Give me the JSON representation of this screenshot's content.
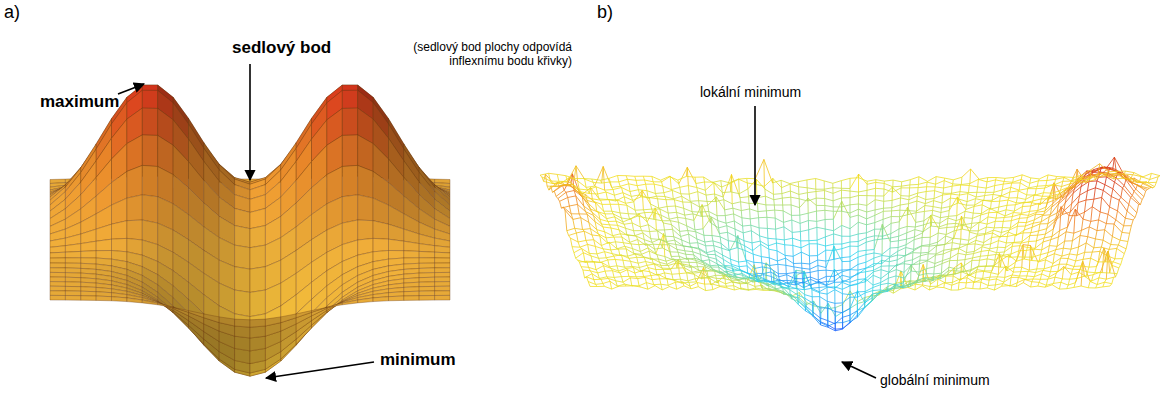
{
  "diagram": {
    "labels": [
      "a)",
      "maximum",
      "sedlový bod",
      "(sedlový bod plochy odpovídá inflexnímu bodu křivky)",
      "minimum",
      "b)",
      "lokální minimum",
      "globální minimum"
    ]
  }
}
